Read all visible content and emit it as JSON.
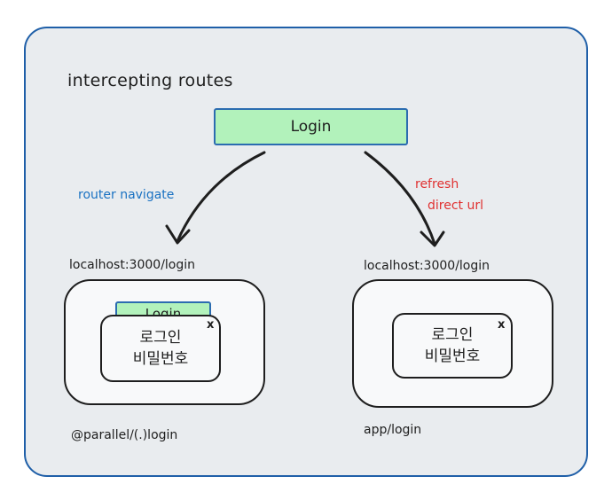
{
  "title": "intercepting routes",
  "login_button": "Login",
  "edges": {
    "left_label": "router navigate",
    "right_label_line1": "refresh",
    "right_label_line2": "direct url"
  },
  "left_panel": {
    "url": "localhost:3000/login",
    "background_button": "Login",
    "modal_line1": "로그인",
    "modal_line2": "비밀번호",
    "close": "x",
    "path": "@parallel/(.)login"
  },
  "right_panel": {
    "url": "localhost:3000/login",
    "modal_line1": "로그인",
    "modal_line2": "비밀번호",
    "close": "x",
    "path": "app/login"
  },
  "colors": {
    "frame_border": "#1f5fa8",
    "button_fill": "#b2f2bb",
    "blue_text": "#1971c2",
    "red_text": "#e03131"
  }
}
